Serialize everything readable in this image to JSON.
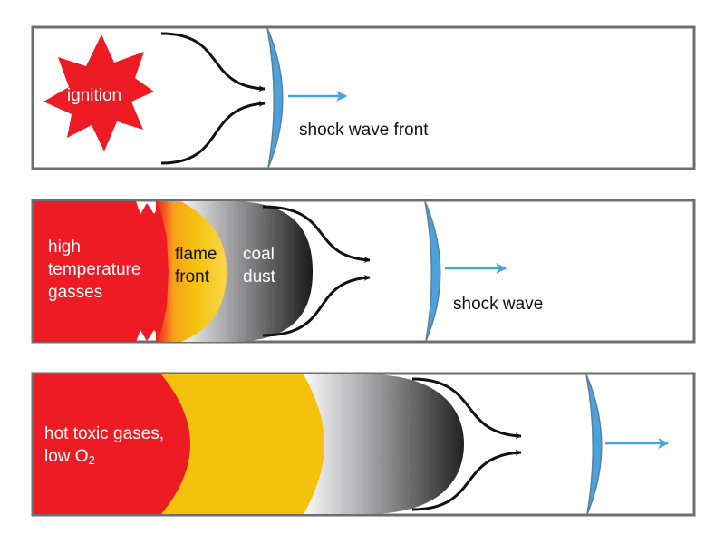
{
  "panel1": {
    "ignition_label": "ignition",
    "shock_label": "shock wave front"
  },
  "panel2": {
    "gas_label_lines": [
      "high",
      "temperature",
      "gasses"
    ],
    "flame_label_lines": [
      "flame",
      "front"
    ],
    "dust_label_lines": [
      "coal",
      "dust"
    ],
    "shock_label": "shock wave"
  },
  "panel3": {
    "gas_label_line1": "hot toxic gases,",
    "gas_label_line2_prefix": "low O",
    "gas_label_line2_subscript": "2"
  },
  "colors": {
    "frame": "#6d6e70",
    "red": "#ed1c24",
    "yellow": "#f4c20d",
    "shock_blue": "#4aa3df",
    "arrow_black": "#111111",
    "label_white": "#ffffff"
  },
  "icons": {
    "ignition": "starburst",
    "flow": "converging-arrows",
    "shock": "curved-front-with-arrow"
  }
}
